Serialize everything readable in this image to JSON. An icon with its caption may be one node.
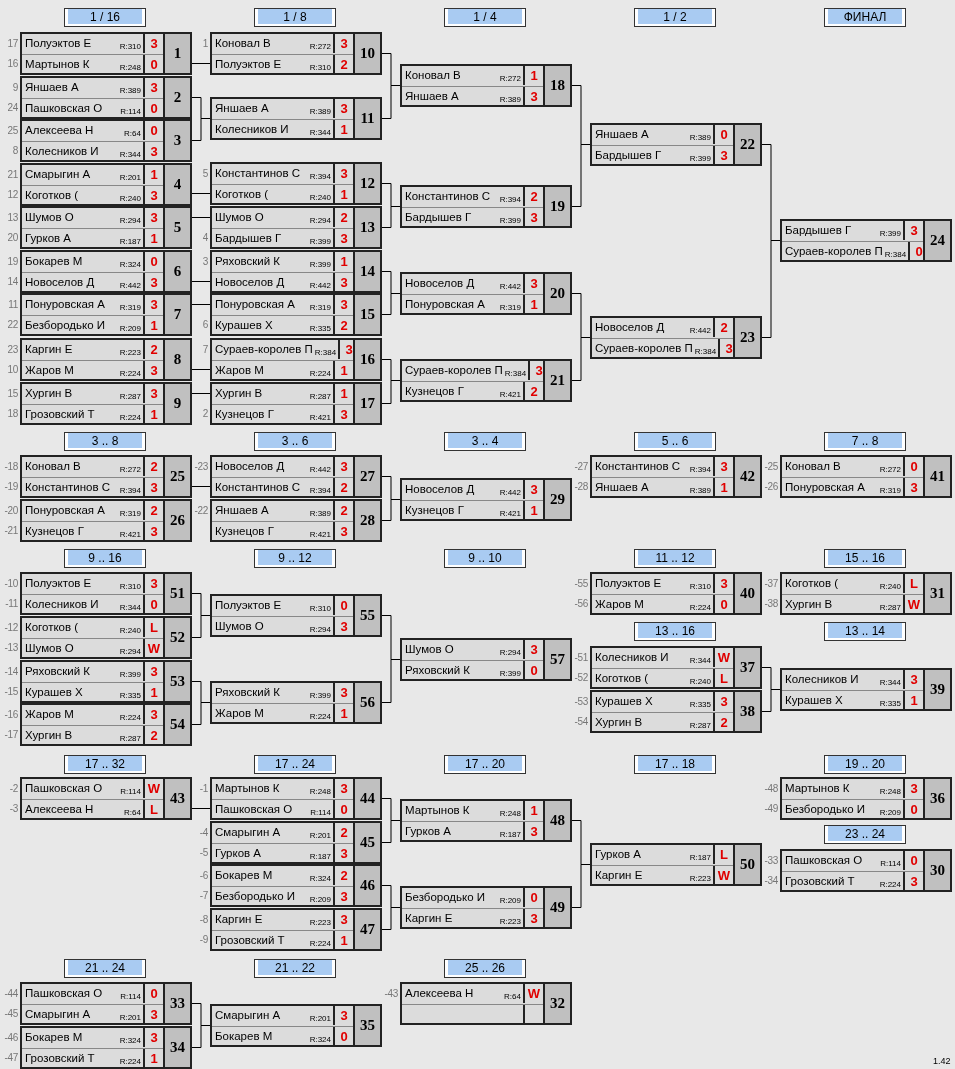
{
  "diagram": {
    "nodes": [
      {
        "text": [
          "Полуэктов Е",
          "R:310",
          "3",
          "Мартынов К",
          "R:248",
          "0",
          "1"
        ],
        "beside": [
          "17",
          "16"
        ]
      },
      {
        "text": [
          "Яншаев А",
          "R:389",
          "3",
          "Пашковская О",
          "R:114",
          "0",
          "2"
        ],
        "beside": [
          "9",
          "24"
        ]
      },
      {
        "text": [
          "Алексеева Н",
          "R:64",
          "0",
          "Колесников И",
          "R:344",
          "3",
          "3"
        ],
        "beside": [
          "25",
          "8"
        ]
      },
      {
        "text": [
          "Смарыгин А",
          "R:201",
          "1",
          "Коготков (",
          "R:240",
          "3",
          "4"
        ],
        "beside": [
          "21",
          "12"
        ]
      },
      {
        "text": [
          "Шумов О",
          "R:294",
          "3",
          "Гурков А",
          "R:187",
          "1",
          "5"
        ],
        "beside": [
          "13",
          "20"
        ]
      },
      {
        "text": [
          "Бокарев М",
          "R:324",
          "0",
          "Новоселов Д",
          "R:442",
          "3",
          "6"
        ],
        "beside": [
          "19",
          "14"
        ]
      },
      {
        "text": [
          "Понуровская А",
          "R:319",
          "3",
          "Безбородько И",
          "R:209",
          "1",
          "7"
        ],
        "beside": [
          "11",
          "22"
        ]
      },
      {
        "text": [
          "Каргин Е",
          "R:223",
          "2",
          "Жаров М",
          "R:224",
          "3",
          "8"
        ],
        "beside": [
          "23",
          "10"
        ]
      },
      {
        "text": [
          "Хургин В",
          "R:287",
          "3",
          "Грозовский Т",
          "R:224",
          "1",
          "9"
        ],
        "beside": [
          "15",
          "18"
        ]
      },
      {
        "text": [
          "Коновал В",
          "R:272",
          "3",
          "Полуэктов Е",
          "R:310",
          "2",
          "10"
        ],
        "beside": [
          "1"
        ]
      },
      {
        "text": [
          "Яншаев А",
          "R:389",
          "3",
          "Колесников И",
          "R:344",
          "1",
          "11"
        ]
      },
      {
        "text": [
          "Константинов С",
          "R:394",
          "3",
          "Коготков (",
          "R:240",
          "1",
          "12"
        ],
        "beside": [
          "5"
        ]
      },
      {
        "text": [
          "Шумов О",
          "R:294",
          "2",
          "Бардышев Г",
          "R:399",
          "3",
          "13"
        ],
        "beside": [
          "4"
        ]
      },
      {
        "text": [
          "Ряховский К",
          "R:399",
          "1",
          "Новоселов Д",
          "R:442",
          "3",
          "14"
        ],
        "beside": [
          "3"
        ]
      },
      {
        "text": [
          "Понуровская А",
          "R:319",
          "3",
          "Курашев Х",
          "R:335",
          "2",
          "15"
        ],
        "beside": [
          "6"
        ]
      },
      {
        "text": [
          "Сураев-королев П",
          "R:384",
          "3",
          "Жаров М",
          "R:224",
          "1",
          "16"
        ],
        "beside": [
          "7"
        ]
      },
      {
        "text": [
          "Хургин В",
          "R:287",
          "1",
          "Кузнецов Г",
          "R:421",
          "3",
          "17"
        ],
        "beside": [
          "2"
        ]
      },
      {
        "text": [
          "Коновал В",
          "R:272",
          "1",
          "Яншаев А",
          "R:389",
          "3",
          "18"
        ]
      },
      {
        "text": [
          "Константинов С",
          "R:394",
          "2",
          "Бардышев Г",
          "R:399",
          "3",
          "19"
        ]
      },
      {
        "text": [
          "Новоселов Д",
          "R:442",
          "3",
          "Понуровская А",
          "R:319",
          "1",
          "20"
        ]
      },
      {
        "text": [
          "Сураев-королев П",
          "R:384",
          "3",
          "Кузнецов Г",
          "R:421",
          "2",
          "21"
        ]
      },
      {
        "text": [
          "Яншаев А",
          "R:389",
          "0",
          "Бардышев Г",
          "R:399",
          "3",
          "22"
        ]
      },
      {
        "text": [
          "Новоселов Д",
          "R:442",
          "2",
          "Сураев-королев П",
          "R:384",
          "3",
          "23"
        ]
      },
      {
        "text": [
          "Бардышев Г",
          "R:399",
          "3",
          "Сураев-королев П",
          "R:384",
          "0",
          "24"
        ]
      },
      {
        "text": [
          "Коновал В",
          "R:272",
          "2",
          "Константинов С",
          "R:394",
          "3",
          "25"
        ],
        "beside": [
          "-18",
          "-19"
        ]
      },
      {
        "text": [
          "Понуровская А",
          "R:319",
          "2",
          "Кузнецов Г",
          "R:421",
          "3",
          "26"
        ],
        "beside": [
          "-20",
          "-21"
        ]
      },
      {
        "text": [
          "Новоселов Д",
          "R:442",
          "3",
          "Константинов С",
          "R:394",
          "2",
          "27"
        ],
        "beside": [
          "-23"
        ]
      },
      {
        "text": [
          "Яншаев А",
          "R:389",
          "2",
          "Кузнецов Г",
          "R:421",
          "3",
          "28"
        ],
        "beside": [
          "-22"
        ]
      },
      {
        "text": [
          "Новоселов Д",
          "R:442",
          "3",
          "Кузнецов Г",
          "R:421",
          "1",
          "29"
        ]
      },
      {
        "text": [
          "Константинов С",
          "R:394",
          "3",
          "Яншаев А",
          "R:389",
          "1",
          "42"
        ],
        "beside": [
          "-27",
          "-28"
        ]
      },
      {
        "text": [
          "Коновал В",
          "R:272",
          "0",
          "Понуровская А",
          "R:319",
          "3",
          "41"
        ],
        "beside": [
          "-25",
          "-26"
        ]
      },
      {
        "text": [
          "Полуэктов Е",
          "R:310",
          "3",
          "Колесников И",
          "R:344",
          "0",
          "51"
        ],
        "beside": [
          "-10",
          "-11"
        ]
      },
      {
        "text": [
          "Коготков (",
          "R:240",
          "L",
          "Шумов О",
          "R:294",
          "W",
          "52"
        ],
        "beside": [
          "-12",
          "-13"
        ]
      },
      {
        "text": [
          "Ряховский К",
          "R:399",
          "3",
          "Курашев Х",
          "R:335",
          "1",
          "53"
        ],
        "beside": [
          "-14",
          "-15"
        ]
      },
      {
        "text": [
          "Жаров М",
          "R:224",
          "3",
          "Хургин В",
          "R:287",
          "2",
          "54"
        ],
        "beside": [
          "-16",
          "-17"
        ]
      },
      {
        "text": [
          "Полуэктов Е",
          "R:310",
          "0",
          "Шумов О",
          "R:294",
          "3",
          "55"
        ]
      },
      {
        "text": [
          "Ряховский К",
          "R:399",
          "3",
          "Жаров М",
          "R:224",
          "1",
          "56"
        ]
      },
      {
        "text": [
          "Шумов О",
          "R:294",
          "3",
          "Ряховский К",
          "R:399",
          "0",
          "57"
        ]
      },
      {
        "text": [
          "Полуэктов Е",
          "R:310",
          "3",
          "Жаров М",
          "R:224",
          "0",
          "40"
        ],
        "beside": [
          "-55",
          "-56"
        ]
      },
      {
        "text": [
          "Колесников И",
          "R:344",
          "W",
          "Коготков (",
          "R:240",
          "L",
          "37"
        ],
        "beside": [
          "-51",
          "-52"
        ]
      },
      {
        "text": [
          "Курашев Х",
          "R:335",
          "3",
          "Хургин В",
          "R:287",
          "2",
          "38"
        ],
        "beside": [
          "-53",
          "-54"
        ]
      },
      {
        "text": [
          "Коготков (",
          "R:240",
          "L",
          "Хургин В",
          "R:287",
          "W",
          "31"
        ],
        "beside": [
          "-37",
          "-38"
        ]
      },
      {
        "text": [
          "Колесников И",
          "R:344",
          "3",
          "Курашев Х",
          "R:335",
          "1",
          "39"
        ]
      },
      {
        "text": [
          "Пашковская О",
          "R:114",
          "W",
          "Алексеева Н",
          "R:64",
          "L",
          "43"
        ],
        "beside": [
          "-2",
          "-3"
        ]
      },
      {
        "text": [
          "Мартынов К",
          "R:248",
          "3",
          "Пашковская О",
          "R:114",
          "0",
          "44"
        ],
        "beside": [
          "-1"
        ]
      },
      {
        "text": [
          "Смарыгин А",
          "R:201",
          "2",
          "Гурков А",
          "R:187",
          "3",
          "45"
        ],
        "beside": [
          "-4",
          "-5"
        ]
      },
      {
        "text": [
          "Бокарев М",
          "R:324",
          "2",
          "Безбородько И",
          "R:209",
          "3",
          "46"
        ],
        "beside": [
          "-6",
          "-7"
        ]
      },
      {
        "text": [
          "Каргин Е",
          "R:223",
          "3",
          "Грозовский Т",
          "R:224",
          "1",
          "47"
        ],
        "beside": [
          "-8",
          "-9"
        ]
      },
      {
        "text": [
          "Мартынов К",
          "R:248",
          "1",
          "Гурков А",
          "R:187",
          "3",
          "48"
        ]
      },
      {
        "text": [
          "Безбородько И",
          "R:209",
          "0",
          "Каргин Е",
          "R:223",
          "3",
          "49"
        ]
      },
      {
        "text": [
          "Гурков А",
          "R:187",
          "L",
          "Каргин Е",
          "R:223",
          "W",
          "50"
        ]
      },
      {
        "text": [
          "Мартынов К",
          "R:248",
          "3",
          "Безбородько И",
          "R:209",
          "0",
          "36"
        ],
        "beside": [
          "-48",
          "-49"
        ]
      },
      {
        "text": [
          "Пашковская О",
          "R:114",
          "0",
          "Грозовский Т",
          "R:224",
          "3",
          "30"
        ],
        "beside": [
          "-33",
          "-34"
        ]
      },
      {
        "text": [
          "Пашковская О",
          "R:114",
          "0",
          "Смарыгин А",
          "R:201",
          "3",
          "33"
        ],
        "beside": [
          "-44",
          "-45"
        ]
      },
      {
        "text": [
          "Бокарев М",
          "R:324",
          "3",
          "Грозовский Т",
          "R:224",
          "1",
          "34"
        ],
        "beside": [
          "-46",
          "-47"
        ]
      },
      {
        "text": [
          "Смарыгин А",
          "R:201",
          "3",
          "Бокарев М",
          "R:324",
          "0",
          "35"
        ]
      },
      {
        "text": [
          "Алексеева Н",
          "R:64",
          "W",
          "32"
        ],
        "beside": [
          "-43"
        ]
      }
    ],
    "edges": [
      {
        "from": 0,
        "to": 9,
        "arrow": "none"
      },
      {
        "from": 1,
        "to": 10,
        "arrow": "none"
      },
      {
        "from": 2,
        "to": 10,
        "arrow": "none"
      },
      {
        "from": 3,
        "to": 11,
        "arrow": "none"
      },
      {
        "from": 4,
        "to": 12,
        "arrow": "none"
      },
      {
        "from": 5,
        "to": 13,
        "arrow": "none"
      },
      {
        "from": 6,
        "to": 14,
        "arrow": "none"
      },
      {
        "from": 7,
        "to": 15,
        "arrow": "none"
      },
      {
        "from": 8,
        "to": 16,
        "arrow": "none"
      },
      {
        "from": 9,
        "to": 17,
        "arrow": "none"
      },
      {
        "from": 10,
        "to": 17,
        "arrow": "none"
      },
      {
        "from": 11,
        "to": 18,
        "arrow": "none"
      },
      {
        "from": 12,
        "to": 18,
        "arrow": "none"
      },
      {
        "from": 13,
        "to": 19,
        "arrow": "none"
      },
      {
        "from": 14,
        "to": 19,
        "arrow": "none"
      },
      {
        "from": 15,
        "to": 20,
        "arrow": "none"
      },
      {
        "from": 16,
        "to": 20,
        "arrow": "none"
      },
      {
        "from": 17,
        "to": 21,
        "arrow": "none"
      },
      {
        "from": 18,
        "to": 21,
        "arrow": "none"
      },
      {
        "from": 19,
        "to": 22,
        "arrow": "none"
      },
      {
        "from": 20,
        "to": 22,
        "arrow": "none"
      },
      {
        "from": 21,
        "to": 23,
        "arrow": "none"
      },
      {
        "from": 22,
        "to": 23,
        "arrow": "none"
      },
      {
        "from": 24,
        "to": 26,
        "arrow": "none"
      },
      {
        "from": 26,
        "to": 28,
        "arrow": "none"
      },
      {
        "from": 27,
        "to": 28,
        "arrow": "none"
      },
      {
        "from": 31,
        "to": 35,
        "arrow": "none"
      },
      {
        "from": 32,
        "to": 35,
        "arrow": "none"
      },
      {
        "from": 33,
        "to": 36,
        "arrow": "none"
      },
      {
        "from": 34,
        "to": 36,
        "arrow": "none"
      },
      {
        "from": 35,
        "to": 37,
        "arrow": "none"
      },
      {
        "from": 36,
        "to": 37,
        "arrow": "none"
      },
      {
        "from": 39,
        "to": 42,
        "arrow": "none"
      },
      {
        "from": 40,
        "to": 42,
        "arrow": "none"
      },
      {
        "from": 43,
        "to": 44,
        "arrow": "none"
      },
      {
        "from": 44,
        "to": 48,
        "arrow": "none"
      },
      {
        "from": 45,
        "to": 48,
        "arrow": "none"
      },
      {
        "from": 46,
        "to": 49,
        "arrow": "none"
      },
      {
        "from": 47,
        "to": 49,
        "arrow": "none"
      },
      {
        "from": 48,
        "to": 50,
        "arrow": "none"
      },
      {
        "from": 49,
        "to": 50,
        "arrow": "none"
      },
      {
        "from": 53,
        "to": 55,
        "arrow": "none"
      },
      {
        "from": 54,
        "to": 55,
        "arrow": "none"
      }
    ],
    "labels": [
      "1 / 16",
      "1 / 8",
      "1 / 4",
      "1 / 2",
      "ФИНАЛ",
      "3 .. 8",
      "3 .. 6",
      "3 .. 4",
      "5 .. 6",
      "7 .. 8",
      "9 .. 16",
      "9 .. 12",
      "9 .. 10",
      "11 .. 12",
      "15 .. 16",
      "13 .. 16",
      "13 .. 14",
      "17 .. 32",
      "17 .. 24",
      "17 .. 20",
      "17 .. 18",
      "19 .. 20",
      "23 .. 24",
      "21 .. 24",
      "21 .. 22",
      "25 .. 26",
      "1.42"
    ]
  }
}
